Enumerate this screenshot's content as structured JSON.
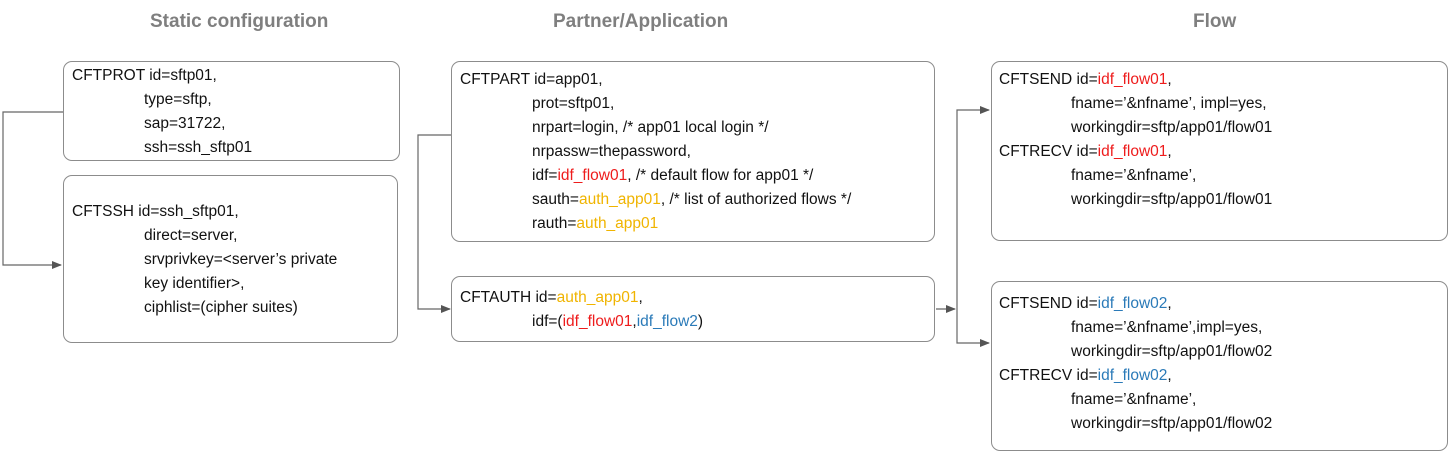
{
  "columns": {
    "static": "Static configuration",
    "partner": "Partner/Application",
    "flow": "Flow"
  },
  "colors": {
    "flow01": "#ee1c1c",
    "auth": "#f0b400",
    "flow02": "#2a7ab8"
  },
  "cftprot": {
    "l1": "CFTPROT id=sftp01,",
    "l2": "type=sftp,",
    "l3": "sap=31722,",
    "l4": "ssh=ssh_sftp01"
  },
  "cftssh": {
    "l1": "CFTSSH id=ssh_sftp01,",
    "l2": "direct=server,",
    "l3": "srvprivkey=<server’s private",
    "l4": "key identifier>,",
    "l5": "ciphlist=(cipher suites)"
  },
  "cftpart": {
    "l1": "CFTPART id=app01,",
    "l2": "prot=sftp01,",
    "l3": "nrpart=login, /* app01 local login */",
    "l4": "nrpassw=thepassword,",
    "l5a": "idf=",
    "l5b": "idf_flow01",
    "l5c": ", /* default flow for app01 */",
    "l6a": "sauth=",
    "l6b": "auth_app01",
    "l6c": ", /* list of authorized flows */",
    "l7a": "rauth=",
    "l7b": "auth_app01"
  },
  "cftauth": {
    "l1a": "CFTAUTH id=",
    "l1b": "auth_app01",
    "l1c": ",",
    "l2a": "idf=(",
    "l2b": "idf_flow01",
    "l2c": ",",
    "l2d": "idf_flow2",
    "l2e": ")"
  },
  "flow01": {
    "send_a": "CFTSEND id=",
    "send_b": "idf_flow01",
    "send_c": ",",
    "send_l2": "fname=’&nfname’, impl=yes,",
    "send_l3": "workingdir=sftp/app01/flow01",
    "recv_a": "CFTRECV id=",
    "recv_b": "idf_flow01",
    "recv_c": ",",
    "recv_l2": "fname=’&nfname’,",
    "recv_l3": "workingdir=sftp/app01/flow01"
  },
  "flow02": {
    "send_a": "CFTSEND id=",
    "send_b": "idf_flow02",
    "send_c": ",",
    "send_l2": "fname=’&nfname’,impl=yes,",
    "send_l3": "workingdir=sftp/app01/flow02",
    "recv_a": "CFTRECV id=",
    "recv_b": "idf_flow02",
    "recv_c": ",",
    "recv_l2": "fname=’&nfname’,",
    "recv_l3": "workingdir=sftp/app01/flow02"
  }
}
